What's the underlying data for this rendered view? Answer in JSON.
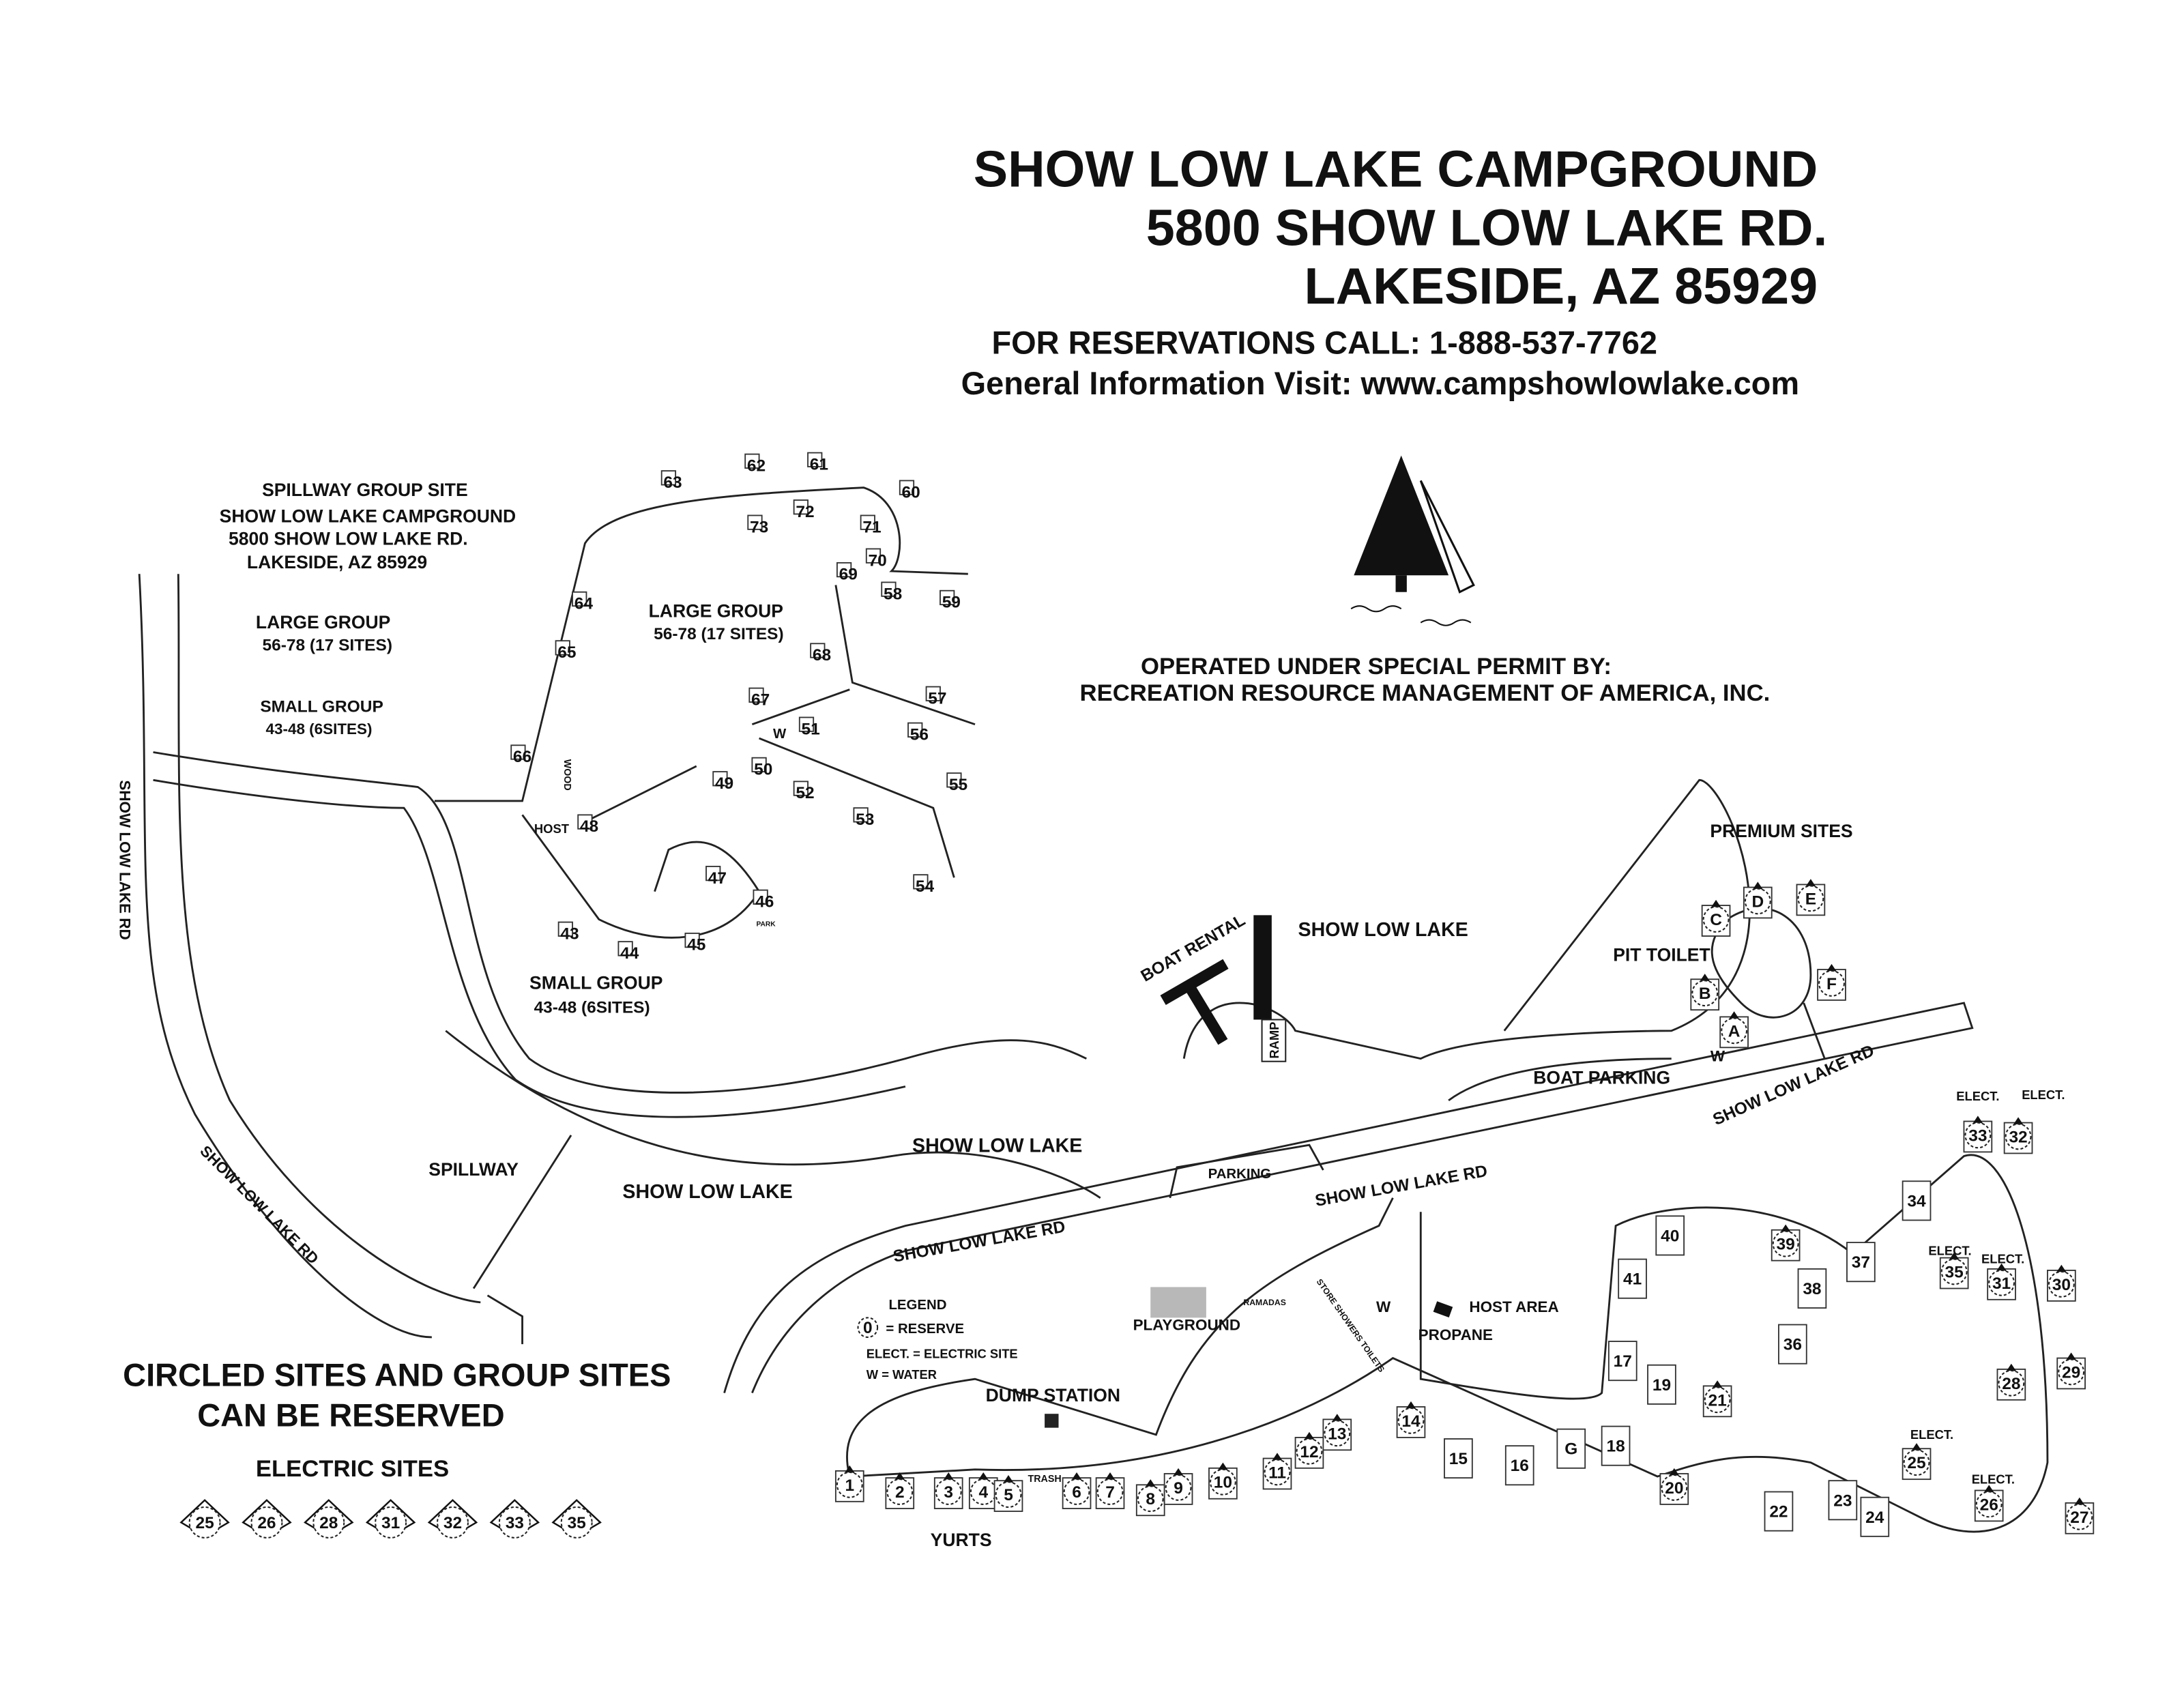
{
  "header": {
    "title": "SHOW LOW LAKE CAMPGROUND",
    "address": "5800 SHOW LOW LAKE RD.",
    "city": "LAKESIDE, AZ 85929",
    "reservations": "FOR RESERVATIONS CALL: 1-888-537-7762",
    "info": "General Information Visit: www.campshowlowlake.com"
  },
  "operator": {
    "line1": "OPERATED  UNDER SPECIAL PERMIT BY:",
    "line2": "RECREATION RESOURCE MANAGEMENT OF AMERICA, INC."
  },
  "spillway_box": {
    "l1": "SPILLWAY GROUP SITE",
    "l2": "SHOW LOW LAKE CAMPGROUND",
    "l3": "5800 SHOW LOW LAKE RD.",
    "l4": "LAKESIDE, AZ 85929",
    "large1": "LARGE GROUP",
    "large2": "56-78 (17 SITES)",
    "small1": "SMALL GROUP",
    "small2": "43-48 (6SITES)"
  },
  "labels": {
    "large_group": "LARGE GROUP",
    "large_group_sites": "56-78 (17 SITES)",
    "small_group": "SMALL GROUP",
    "small_group_sites": "43-48 (6SITES)",
    "road_vertical": "SHOW LOW LAKE RD",
    "road_diag": "SHOW LOW LAKE RD",
    "road_main1": "SHOW LOW LAKE RD",
    "road_main2": "SHOW LOW LAKE RD",
    "road_main3": "SHOW LOW LAKE RD",
    "spillway": "SPILLWAY",
    "lake1": "SHOW LOW LAKE",
    "lake2": "SHOW LOW LAKE",
    "lake3": "SHOW LOW LAKE",
    "boat_rental": "BOAT RENTAL",
    "ramp": "RAMP",
    "parking": "PARKING",
    "boat_parking": "BOAT PARKING",
    "premium": "PREMIUM SITES",
    "pit_toilet": "PIT TOILET",
    "playground": "PLAYGROUND",
    "ramadas": "RAMADAS",
    "store": "STORE SHOWERS TOILETS",
    "dump_station": "DUMP STATION",
    "host_area": "HOST AREA",
    "propane": "PROPANE",
    "yurts": "YURTS",
    "trash": "TRASH",
    "host": "HOST",
    "wood": "WOOD",
    "park": "PARK",
    "water": "W",
    "elect": "ELECT."
  },
  "legend": {
    "title": "LEGEND",
    "symbol": "0",
    "reserve": "= RESERVE",
    "elect": "ELECT. = ELECTRIC SITE",
    "water": "W = WATER"
  },
  "notice": {
    "line1": "CIRCLED SITES AND GROUP SITES",
    "line2": "CAN BE RESERVED",
    "electric_title": "ELECTRIC SITES",
    "electric_sites": [
      "25",
      "26",
      "28",
      "31",
      "32",
      "33",
      "35"
    ]
  },
  "sites": {
    "reservable": [
      "1",
      "2",
      "3",
      "4",
      "5",
      "6",
      "7",
      "8",
      "9",
      "10",
      "11",
      "12",
      "13",
      "14",
      "20",
      "21",
      "25",
      "26",
      "27",
      "28",
      "29",
      "30",
      "31",
      "32",
      "33",
      "35",
      "39",
      "A",
      "B",
      "C",
      "D",
      "E",
      "F"
    ],
    "standard": [
      "15",
      "16",
      "G",
      "17",
      "18",
      "19",
      "22",
      "23",
      "24",
      "34",
      "36",
      "37",
      "38",
      "40",
      "41"
    ],
    "group": [
      "43",
      "44",
      "45",
      "46",
      "47",
      "48",
      "49",
      "50",
      "51",
      "52",
      "53",
      "54",
      "55",
      "56",
      "57",
      "58",
      "59",
      "60",
      "61",
      "62",
      "63",
      "64",
      "65",
      "66",
      "67",
      "68",
      "69",
      "70",
      "71",
      "72",
      "73"
    ]
  },
  "icons": {
    "tree": "pine-tree-icon",
    "water_waves": "waves-icon"
  }
}
